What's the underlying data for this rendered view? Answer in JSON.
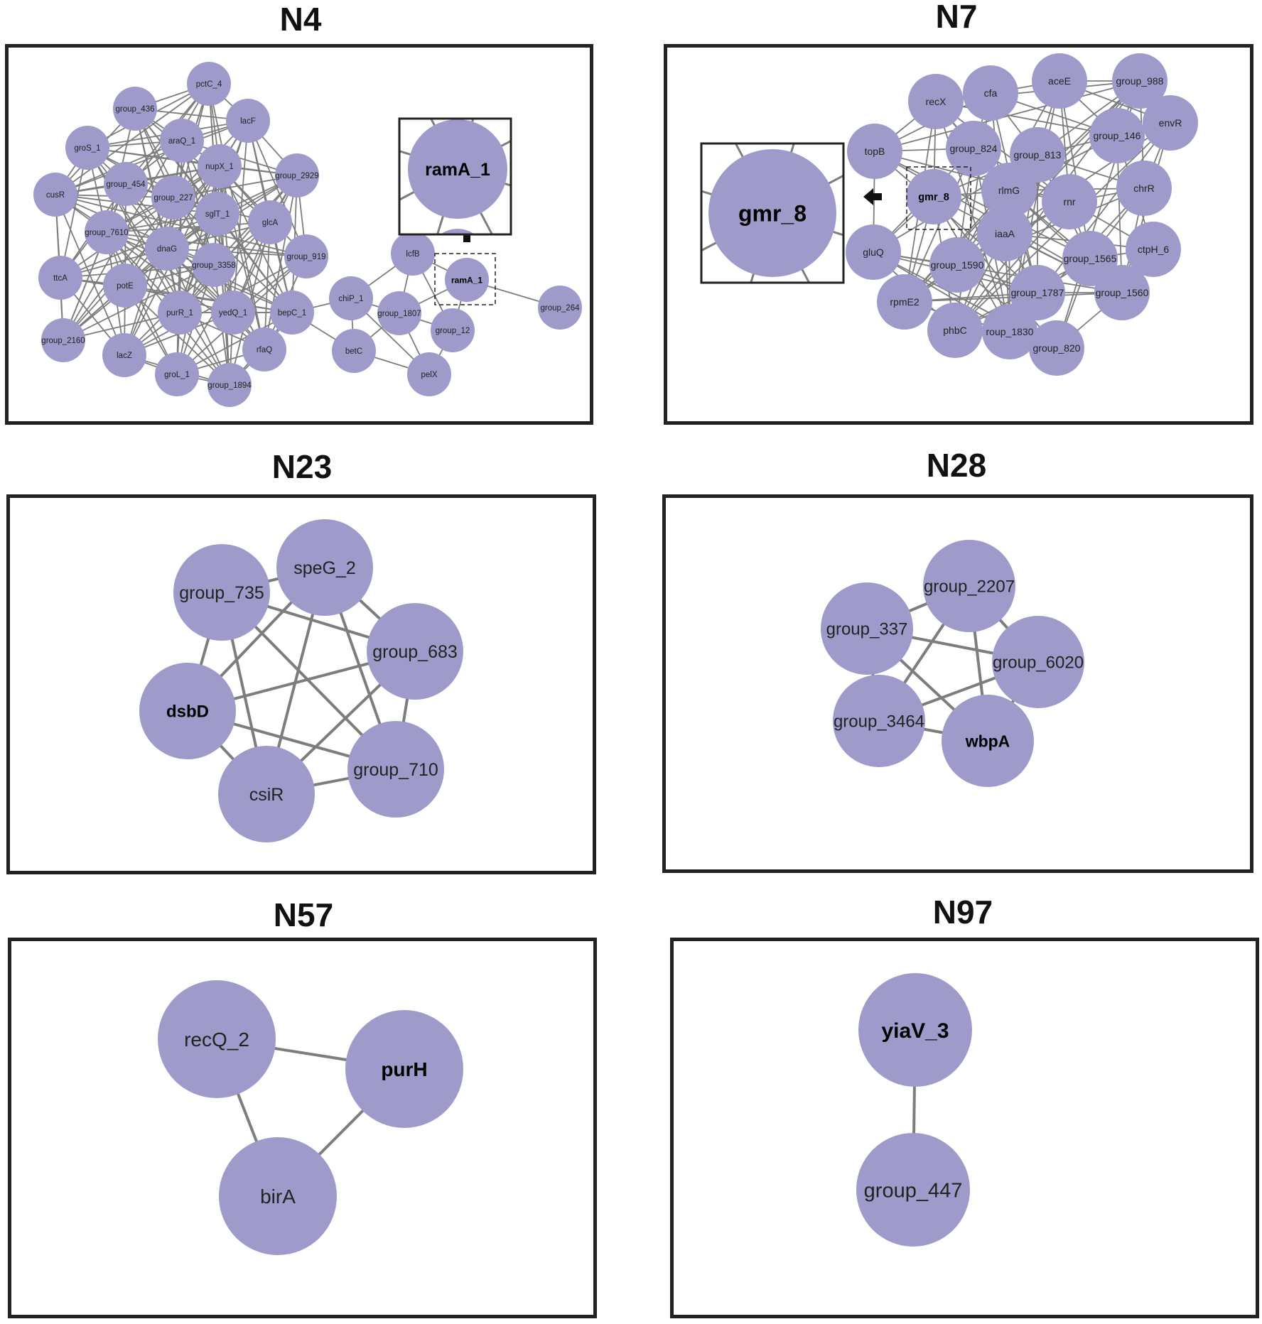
{
  "node_color": "#9e9bcb",
  "edge_color": "#7d7d7d",
  "panels": [
    {
      "title": "N4",
      "highlight": "ramA_1",
      "nodes": [
        "pctC_4",
        "group_436",
        "lacF",
        "araQ_1",
        "groS_1",
        "nupX_1",
        "group_2929",
        "group_454",
        "cusR",
        "group_227",
        "sglT_1",
        "glcA",
        "group_7610",
        "dnaG",
        "group_919",
        "group_3358",
        "ttcA",
        "potE",
        "purR_1",
        "yedQ_1",
        "bepC_1",
        "group_2160",
        "lacZ",
        "rfaQ",
        "groL_1",
        "group_1894",
        "lcfB",
        "ramA_1",
        "chiP_1",
        "group_1807",
        "group_264",
        "group_12",
        "betC",
        "pelX"
      ],
      "inset_label": "ramA_1"
    },
    {
      "title": "N7",
      "highlight": "gmr_8",
      "nodes": [
        "recX",
        "cfa",
        "aceE",
        "group_988",
        "envR",
        "topB",
        "group_824",
        "group_813",
        "group_146",
        "gmr_8",
        "rlmG",
        "rnr",
        "chrR",
        "gluQ",
        "iaaA",
        "ctpH_6",
        "group_1590",
        "group_1565",
        "rpmE2",
        "group_1787",
        "group_1560",
        "phbC",
        "roup_1830",
        "group_820"
      ],
      "inset_label": "gmr_8"
    },
    {
      "title": "N23",
      "highlight": "dsbD",
      "nodes": [
        "group_735",
        "speG_2",
        "group_683",
        "dsbD",
        "group_710",
        "csiR"
      ]
    },
    {
      "title": "N28",
      "highlight": "wbpA",
      "nodes": [
        "group_2207",
        "group_337",
        "group_6020",
        "group_3464",
        "wbpA"
      ]
    },
    {
      "title": "N57",
      "highlight": "purH",
      "nodes": [
        "recQ_2",
        "purH",
        "birA"
      ]
    },
    {
      "title": "N97",
      "highlight": "yiaV_3",
      "nodes": [
        "yiaV_3",
        "group_447"
      ]
    }
  ]
}
